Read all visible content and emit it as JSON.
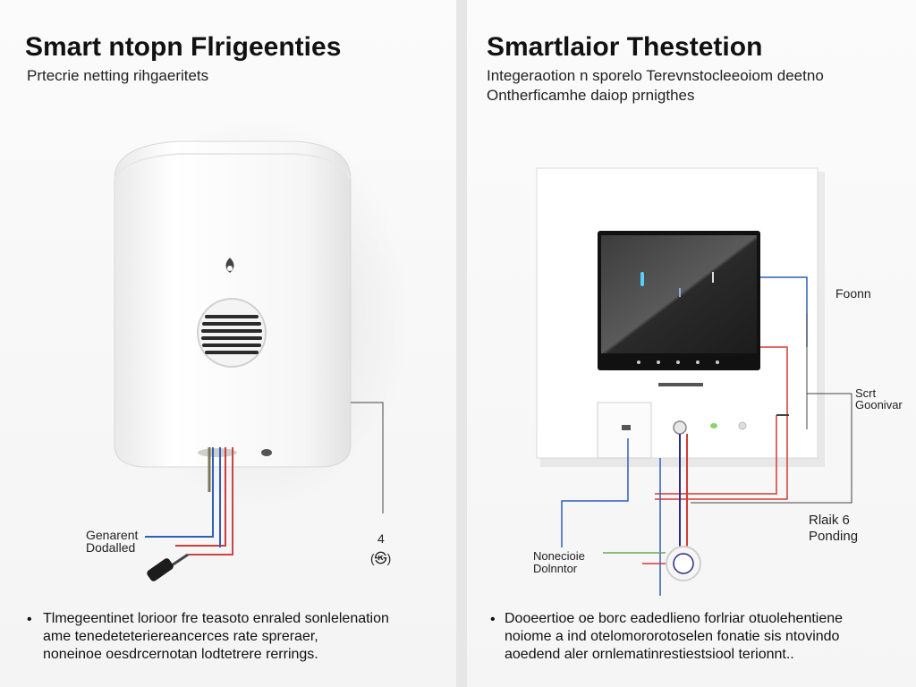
{
  "left": {
    "title": "Smart ntopn Flrigeenties",
    "subtitle": "Prtecrie netting rihgaeritets",
    "labels": {
      "left_line1": "Genarent",
      "left_line2": "Dodalled",
      "right_line1": "4",
      "right_line2": "(㉿)"
    },
    "bullet_lines": [
      "Tlmegeentinet lorioor fre teasoto enraled sonlelenation",
      "ame tenedeteteriereancerces rate spreraer,",
      "noneinoe oesdrcernotan lodtetrere rerrings."
    ]
  },
  "right": {
    "title": "Smartlaior Thestetion",
    "subtitle_lines": [
      "Integeraotion n sporelo Terevnstocleeoiom deetno",
      "Ontherficamhe daiop prnigthes"
    ],
    "labels": {
      "fonn": "Foonn",
      "sont_line1": "Scrt",
      "sont_line2": "Goonivar",
      "blak_line1": "Rlaik 6",
      "blak_line2": "Ponding",
      "nonec_line1": "Nonecioie",
      "nonec_line2": "Dolnntor"
    },
    "bullet_lines": [
      "Dooeertioe oe borc eadedlieno forlriar otuolehentiene",
      "noiome a ind otelomororotoselen fonatie sis ntovindo",
      "aoedend aler ornlematinrestiestsiool terionnt.."
    ]
  },
  "colors": {
    "wire_red": "#d23b35",
    "wire_blue": "#2f5fb8",
    "wire_green": "#6aa84f",
    "wire_dark": "#2a2a2a"
  }
}
